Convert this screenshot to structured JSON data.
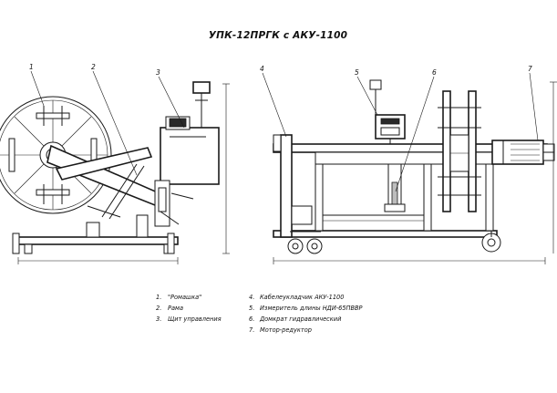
{
  "title": "УПК-12ПРГК с АКУ-1100",
  "callouts": [
    "1",
    "2",
    "3",
    "4",
    "5",
    "6",
    "7"
  ],
  "legend": [
    {
      "num": "1.",
      "text": "\"Ромашка\""
    },
    {
      "num": "2.",
      "text": "Рама"
    },
    {
      "num": "3.",
      "text": "Щит управления"
    },
    {
      "num": "4.",
      "text": "Кабелеукладчик АКУ-1100"
    },
    {
      "num": "5.",
      "text": "Измеритель длины НДИ-65ПВВР"
    },
    {
      "num": "6.",
      "text": "Домкрат гидравлический"
    },
    {
      "num": "7.",
      "text": "Мотор-редуктор"
    }
  ],
  "colors": {
    "line": "#1a1a1a",
    "paper": "#ffffff",
    "shade": "#bdbdbd"
  }
}
